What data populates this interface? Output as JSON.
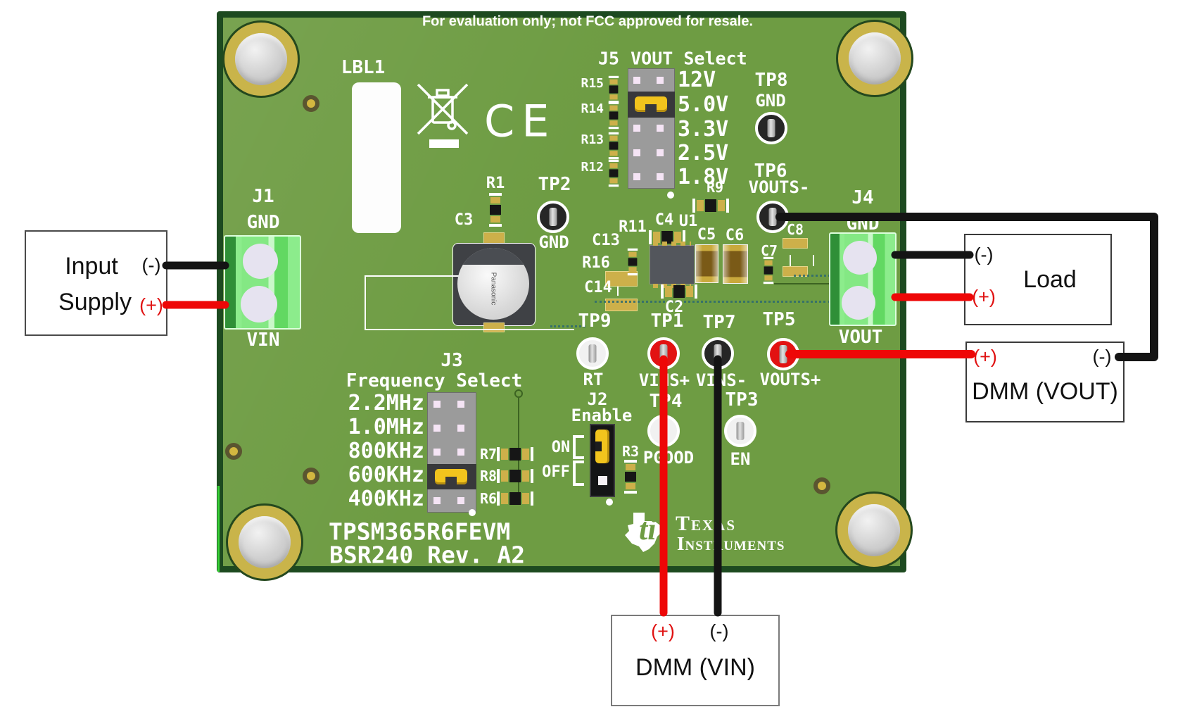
{
  "banner": "For evaluation only; not FCC approved for resale.",
  "board_text": {
    "lbl1": "LBL1",
    "ce_mark": "CE",
    "model": "TPSM365R6FEVM",
    "revision": "BSR240 Rev. A2",
    "ti_line1": "Texas",
    "ti_line2": "Instruments"
  },
  "j1": {
    "designator": "J1",
    "pin_top": "GND",
    "pin_bottom": "VIN"
  },
  "j4": {
    "designator": "J4",
    "pin_top": "GND",
    "pin_bottom": "VOUT"
  },
  "j5": {
    "designator": "J5",
    "title": "VOUT Select",
    "options": [
      "12V",
      "5.0V",
      "3.3V",
      "2.5V",
      "1.8V"
    ],
    "selected": "5.0V",
    "side_refs": [
      "R15",
      "R14",
      "R13",
      "R12"
    ]
  },
  "j3": {
    "designator": "J3",
    "title": "Frequency Select",
    "options": [
      "2.2MHz",
      "1.0MHz",
      "800KHz",
      "600KHz",
      "400KHz"
    ],
    "selected": "600KHz",
    "side_refs": [
      "R7",
      "R8",
      "R6"
    ]
  },
  "j2": {
    "designator": "J2",
    "title": "Enable",
    "on_label": "ON",
    "off_label": "OFF",
    "selected": "ON",
    "resistor": "R3"
  },
  "test_points": {
    "tp1": {
      "id": "TP1",
      "signal": "VINS+"
    },
    "tp2": {
      "id": "TP2",
      "signal": "GND"
    },
    "tp3": {
      "id": "TP3",
      "signal": "EN"
    },
    "tp4": {
      "id": "TP4",
      "signal": "PGOOD"
    },
    "tp5": {
      "id": "TP5",
      "signal": "VOUTS+"
    },
    "tp6": {
      "id": "TP6",
      "signal": "VOUTS-"
    },
    "tp7": {
      "id": "TP7",
      "signal": "VINS-"
    },
    "tp8": {
      "id": "TP8",
      "signal": "GND"
    },
    "tp9": {
      "id": "TP9",
      "signal": "RT"
    }
  },
  "components": {
    "r1": "R1",
    "c3": "C3",
    "c3_brand": "Panasonic",
    "r9": "R9",
    "r11": "R11",
    "c13": "C13",
    "r16": "R16",
    "c14": "C14",
    "c4": "C4",
    "u1": "U1",
    "c5": "C5",
    "c6": "C6",
    "c7": "C7",
    "c8": "C8",
    "c2": "C2"
  },
  "callouts": {
    "input_supply": {
      "line1": "Input",
      "line2": "Supply",
      "neg": "(-)",
      "pos": "(+)"
    },
    "load": {
      "label": "Load",
      "neg": "(-)",
      "pos": "(+)"
    },
    "dmm_vout": {
      "label": "DMM (VOUT)",
      "pos": "(+)",
      "neg": "(-)"
    },
    "dmm_vin": {
      "label": "DMM (VIN)",
      "pos": "(+)",
      "neg": "(-)"
    }
  },
  "colors": {
    "board_green": "#6e9c43",
    "board_edge": "#1d4a20",
    "wire_positive": "#ee0707",
    "wire_negative": "#141414",
    "jumper_yellow": "#f2c41d",
    "terminal_green": "#84e884"
  }
}
